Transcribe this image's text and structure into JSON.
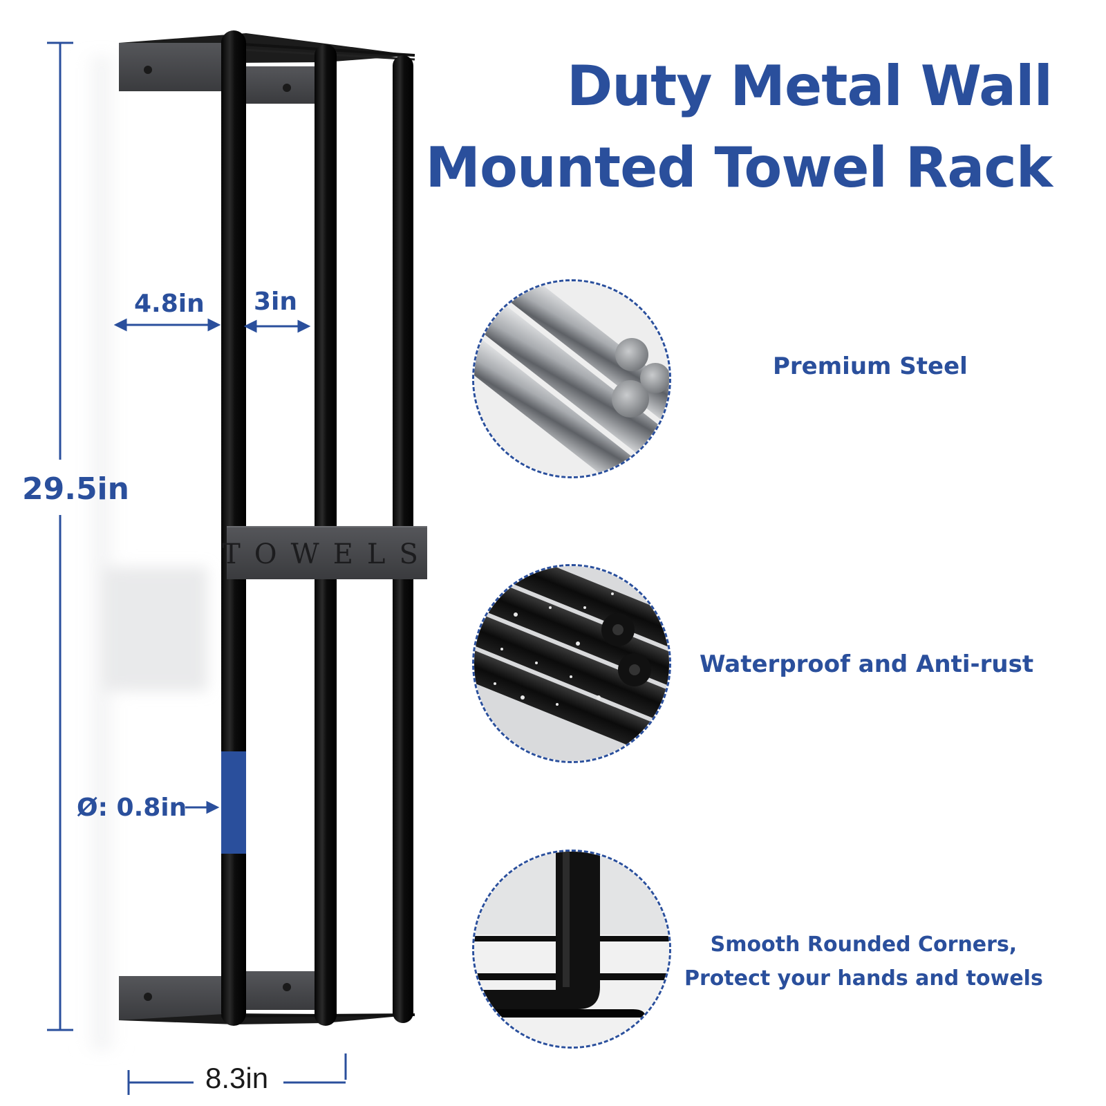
{
  "title": {
    "line1": "Duty Metal Wall",
    "line2": "Mounted Towel Rack"
  },
  "features": [
    {
      "label": "Premium Steel",
      "icon": "steel-rods-closeup"
    },
    {
      "label": "Waterproof and Anti-rust",
      "icon": "wet-black-rods-closeup"
    },
    {
      "label": "Smooth Rounded Corners,\nProtect your hands and towels",
      "icon": "rounded-corner-closeup"
    }
  ],
  "dimensions": {
    "height": "29.5in",
    "bracket_depth": "4.8in",
    "bar_spacing": "3in",
    "bar_diameter": "Ø: 0.8in",
    "total_depth": "8.3in"
  },
  "product": {
    "plate_label": "TOWELS"
  },
  "colors": {
    "accent": "#2A4F9C",
    "metal": "#151515",
    "bracket": "#3c3c3e",
    "dimension_line": "#2A4F9C",
    "background": "#ffffff"
  }
}
